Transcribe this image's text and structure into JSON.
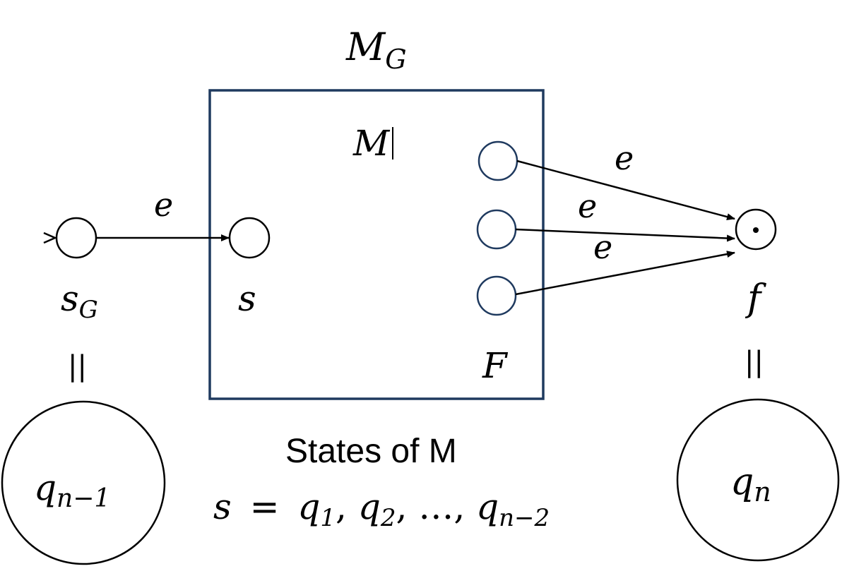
{
  "diagram": {
    "outer_machine": {
      "name": "M",
      "subscript": "G"
    },
    "inner_machine": {
      "name": "M"
    },
    "start_state": {
      "name": "s",
      "subscript": "G",
      "equals": "||",
      "renamed": "q",
      "renamed_subscript": "n−1"
    },
    "inner_start": {
      "name": "s"
    },
    "final_set": {
      "name": "F"
    },
    "final_state": {
      "name": "f",
      "equals": "||",
      "renamed": "q",
      "renamed_subscript": "n"
    },
    "edge_labels": [
      "e",
      "e",
      "e",
      "e"
    ],
    "caption": {
      "line1": "States of M",
      "line2_var": "s",
      "line2_eq": "=",
      "line2_terms": [
        {
          "var": "q",
          "sub": "1"
        },
        {
          "var": "q",
          "sub": "2"
        },
        {
          "var": "…"
        },
        {
          "var": "q",
          "sub": "n−2"
        }
      ]
    }
  },
  "colors": {
    "box_stroke": "#1f3a5f",
    "stroke": "#000000",
    "background": "#ffffff"
  }
}
